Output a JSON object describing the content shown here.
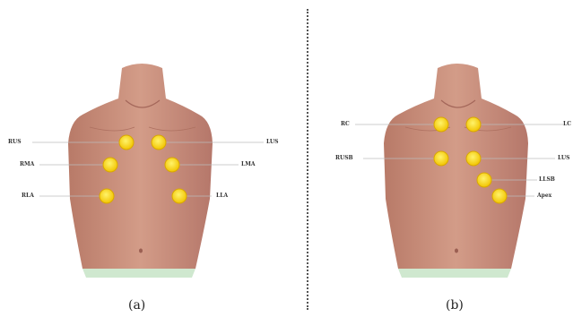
{
  "colors": {
    "skin": "#c98d7a",
    "marker": "#ffe000",
    "marker_ring": "#d9a800",
    "base": "#cfe8cf"
  },
  "panel_a": {
    "caption": "(a)",
    "labels": {
      "rus": "RUS",
      "rma": "RMA",
      "rla": "RLA",
      "lus": "LUS",
      "lma": "LMA",
      "lla": "LLA"
    }
  },
  "panel_b": {
    "caption": "(b)",
    "labels": {
      "rc": "RC",
      "rusb": "RUSB",
      "lc": "LC",
      "lus": "LUS",
      "llsb": "LLSB",
      "apex": "Apex"
    }
  }
}
